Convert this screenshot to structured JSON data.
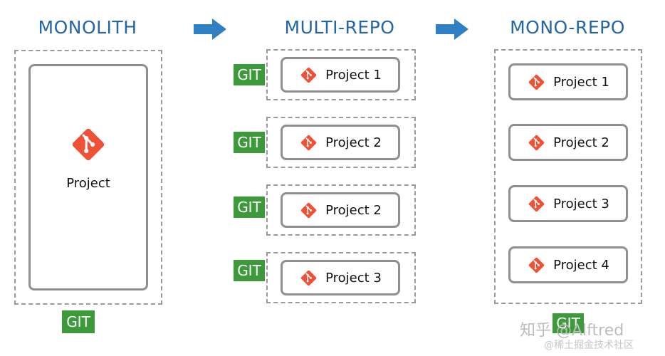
{
  "titles": {
    "monolith": "MONOLITH",
    "multi_repo": "MULTI-REPO",
    "mono_repo": "MONO-REPO"
  },
  "monolith": {
    "project_label": "Project",
    "git_label": "GIT"
  },
  "multi_repo": {
    "git_label": "GIT",
    "projects": [
      "Project 1",
      "Project 2",
      "Project 2",
      "Project 3"
    ]
  },
  "mono_repo": {
    "git_label": "GIT",
    "projects": [
      "Project 1",
      "Project 2",
      "Project 3",
      "Project 4"
    ]
  },
  "watermark": {
    "line1": "知乎 @Alftred",
    "line2": "@稀土掘金技术社区"
  },
  "colors": {
    "title": "#2466a6",
    "arrow": "#2f7fc4",
    "git_badge": "#3c9a3a",
    "git_logo": "#f05033",
    "dashed_border": "#9a9a9a",
    "solid_border": "#8f8f8f"
  },
  "icons": {
    "project": "git-logo-icon",
    "flow": "right-arrow-icon"
  }
}
